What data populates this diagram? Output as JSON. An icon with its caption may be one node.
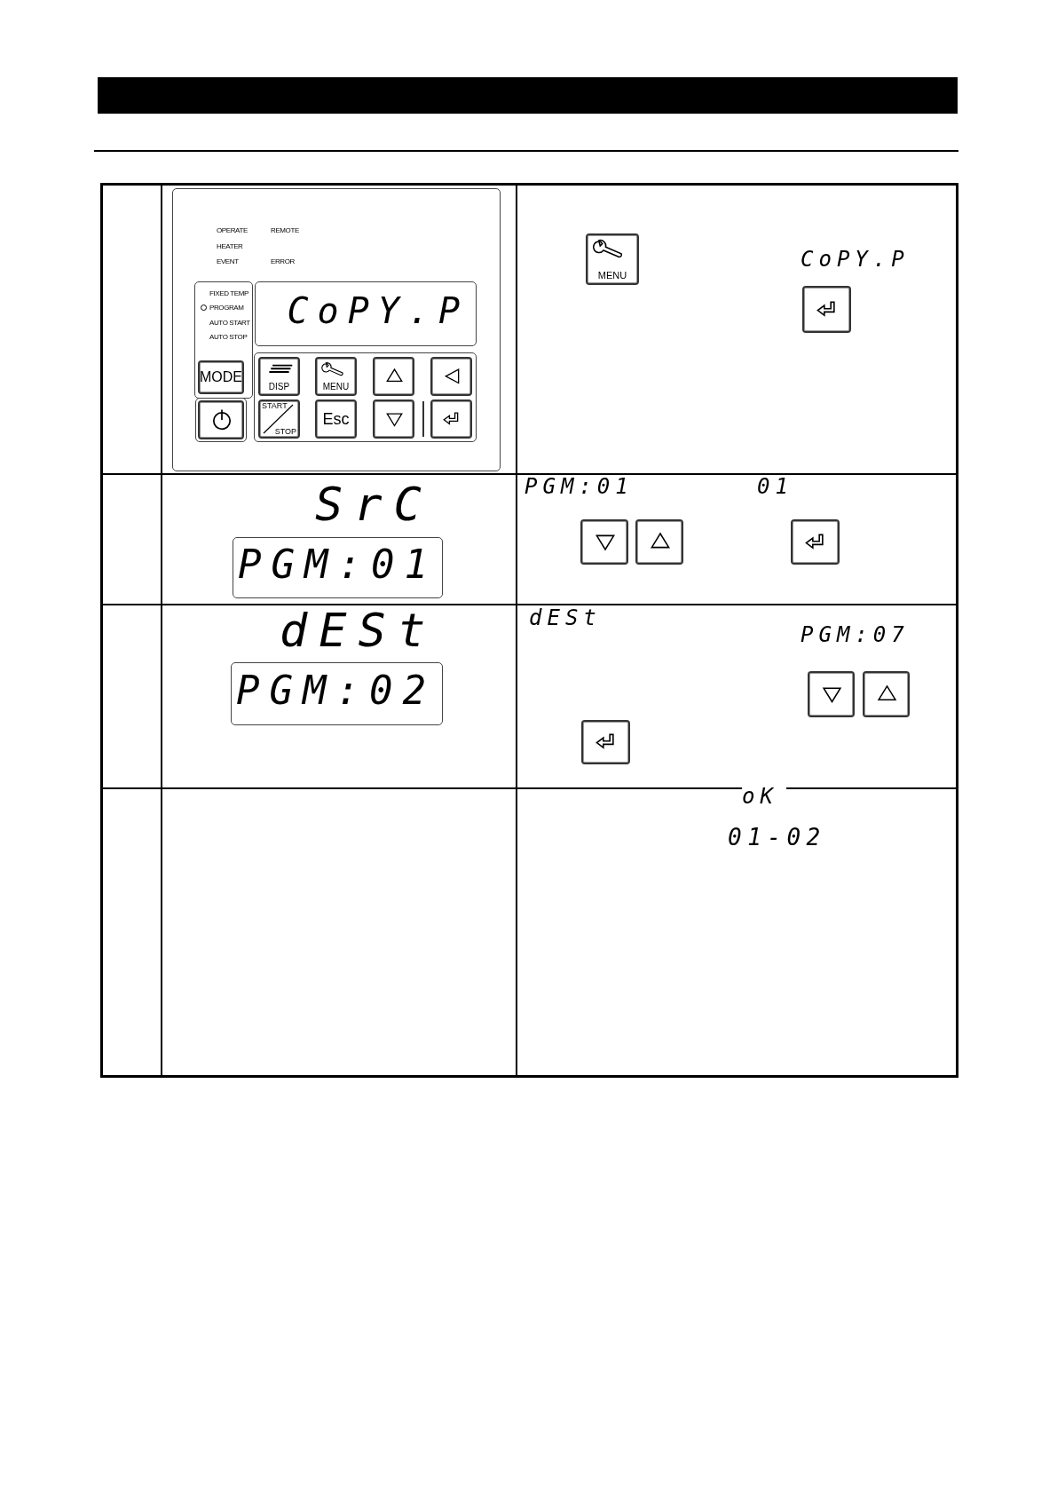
{
  "diagram": {
    "labels": [
      "OPERATE",
      "REMOTE",
      "HEATER",
      "EVENT",
      "ERROR",
      "FIXED TEMP",
      "PROGRAM",
      "AUTO START",
      "AUTO STOP",
      "CoPY.P",
      "MODE",
      "DISP",
      "MENU",
      "START",
      "STOP",
      "Esc",
      "MENU",
      "CoPY.P",
      "SrC",
      "PGM:01",
      "PGM:01",
      "01",
      "dESt",
      "PGM:02",
      "dESt",
      "PGM:07",
      "oK",
      "01-02"
    ]
  }
}
